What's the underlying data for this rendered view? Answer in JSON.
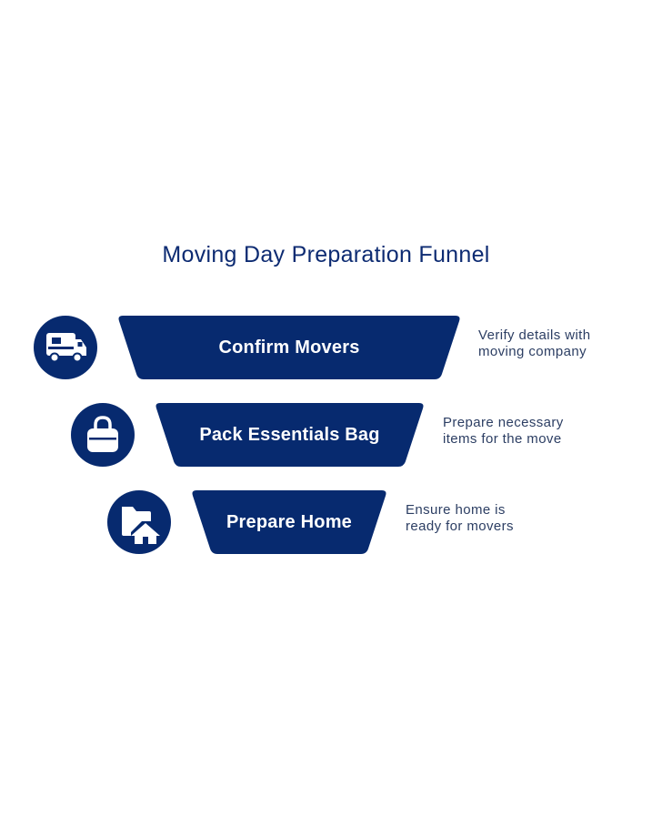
{
  "title": "Moving Day Preparation Funnel",
  "colors": {
    "primary": "#072a6f",
    "title": "#0d2b72",
    "description": "#2c3e63",
    "label": "#ffffff"
  },
  "stages": [
    {
      "label": "Confirm Movers",
      "icon": "moving-truck-icon",
      "description_line1": "Verify details with",
      "description_line2": "moving company"
    },
    {
      "label": "Pack Essentials Bag",
      "icon": "bag-icon",
      "description_line1": "Prepare necessary",
      "description_line2": "items for the move"
    },
    {
      "label": "Prepare Home",
      "icon": "folder-home-icon",
      "description_line1": "Ensure home is",
      "description_line2": "ready for movers"
    }
  ]
}
